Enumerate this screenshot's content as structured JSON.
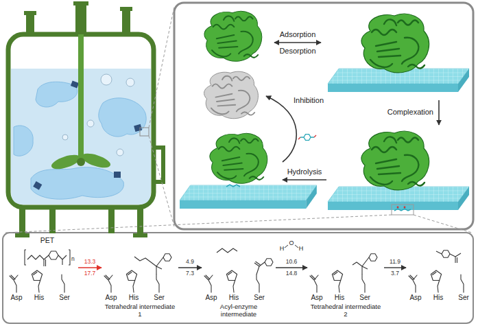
{
  "diagram": {
    "nodes": [
      {
        "text": [
          "PET",
          "Asp",
          "His",
          "Ser"
        ]
      },
      {
        "text": [
          "Asp",
          "His",
          "Ser",
          "Tetrahedral intermediate 1"
        ]
      },
      {
        "text": [
          "Asp",
          "His",
          "Ser",
          "Acyl-enzyme intermediate"
        ]
      },
      {
        "text": [
          "Asp",
          "His",
          "Ser",
          "Tetrahedral intermediate 2"
        ]
      },
      {
        "text": [
          "Asp",
          "His",
          "Ser"
        ]
      }
    ],
    "edges": [
      {
        "from": 0,
        "to": 1,
        "arrow": "to",
        "label": "13.3 17.7"
      },
      {
        "from": 1,
        "to": 2,
        "arrow": "to",
        "label": "4.9 7.3"
      },
      {
        "from": 2,
        "to": 3,
        "arrow": "to",
        "label": "10.6 14.8"
      },
      {
        "from": 3,
        "to": 4,
        "arrow": "to",
        "label": "11.9 3.7"
      }
    ],
    "labels": [
      "Adsorption",
      "Desorption",
      "Complexation",
      "Hydrolysis",
      "Inhibition",
      "n",
      "H",
      "O",
      "H"
    ]
  }
}
